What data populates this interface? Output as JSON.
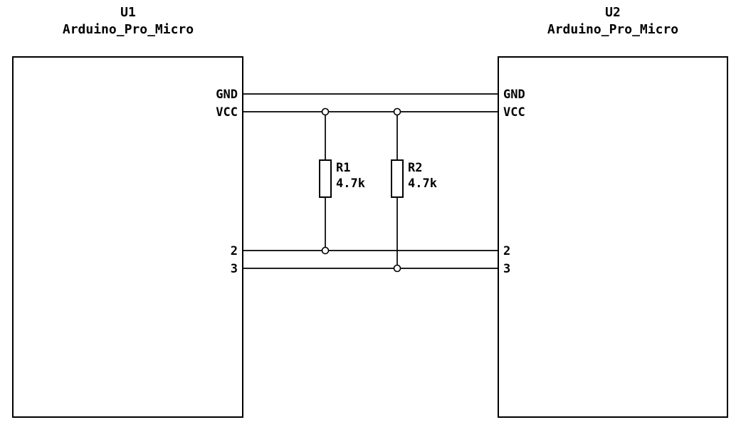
{
  "schematic": {
    "colors": {
      "wire": "#000000",
      "background": "#ffffff",
      "component_fill": "#ffffff"
    },
    "u1": {
      "ref": "U1",
      "value": "Arduino_Pro_Micro",
      "pins": [
        "GND",
        "VCC",
        "2",
        "3"
      ]
    },
    "u2": {
      "ref": "U2",
      "value": "Arduino_Pro_Micro",
      "pins": [
        "GND",
        "VCC",
        "2",
        "3"
      ]
    },
    "r1": {
      "ref": "R1",
      "value": "4.7k"
    },
    "r2": {
      "ref": "R2",
      "value": "4.7k"
    },
    "nets": [
      "GND",
      "VCC",
      "2",
      "3"
    ]
  }
}
